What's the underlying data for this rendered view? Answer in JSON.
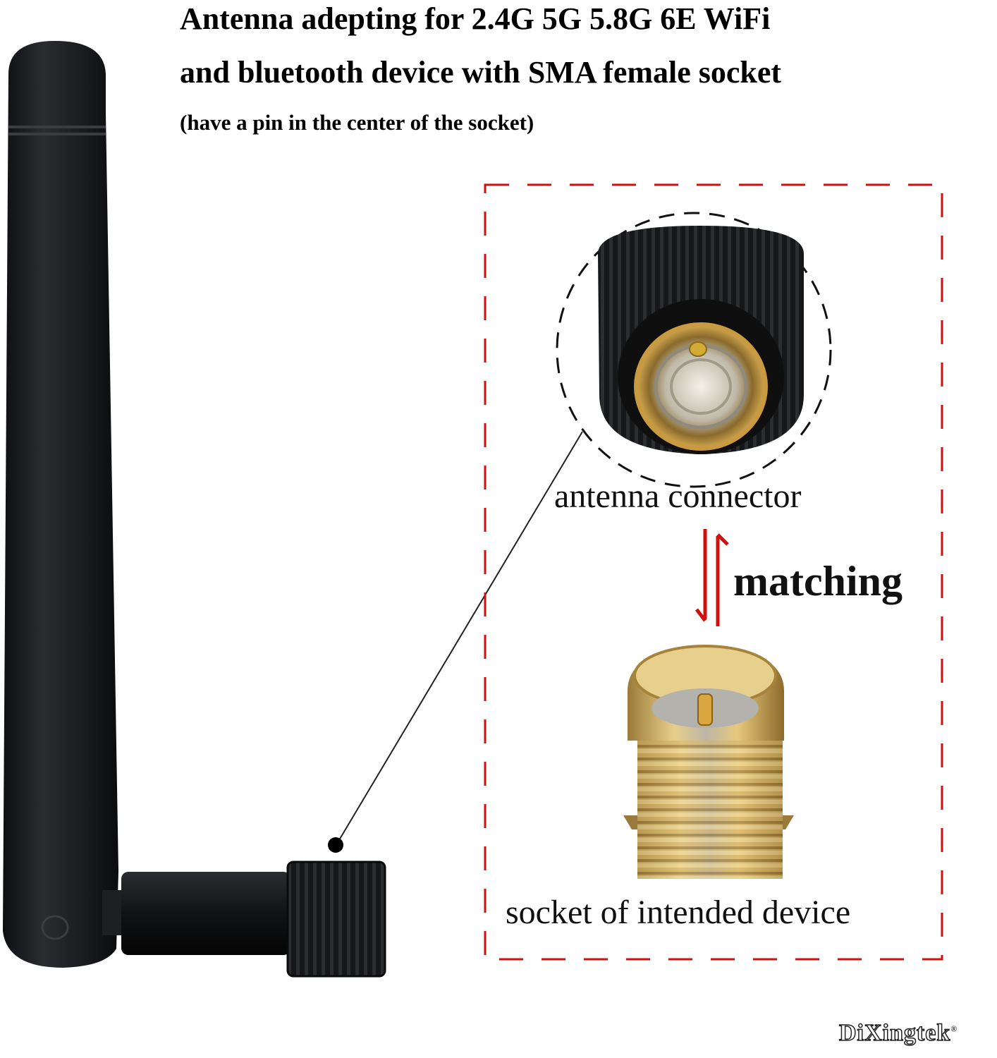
{
  "headline": {
    "line1": "Antenna adepting for 2.4G 5G 5.8G 6E WiFi",
    "line2": "and bluetooth device with SMA female socket",
    "line3": "(have a pin in the center of the socket)"
  },
  "labels": {
    "connector": "antenna connector",
    "matching": "matching",
    "socket": "socket of intended device"
  },
  "brand": {
    "name": "DiXingtek",
    "mark": "®"
  },
  "colors": {
    "frame_dash": "#d10f0f",
    "arrow": "#d10f0f",
    "antenna_body": "#1b1c1f",
    "gold": "#c9a24a"
  },
  "icons": [
    "antenna-image",
    "connector-closeup-image",
    "sma-socket-image",
    "matching-arrows-icon"
  ]
}
